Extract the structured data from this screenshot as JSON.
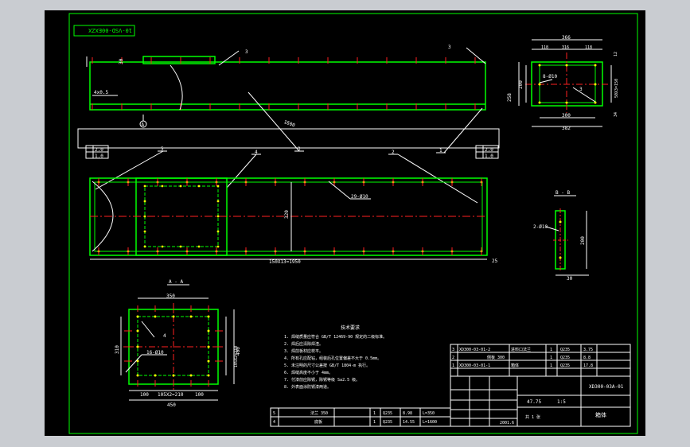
{
  "colors": {
    "background": "#c9ccd1",
    "paper": "#000000",
    "border": "#ffffff",
    "outline": "#00ff00",
    "centerline": "#ff2020",
    "hole": "#ffff00",
    "dimension": "#ffffff",
    "leader": "#ffffff"
  },
  "title_tag": "10-VSD-00EXZX",
  "main_view": {
    "weld_label_top": "3",
    "weld_label_right": "3",
    "dim_height": "30",
    "dim_small": "4x0.5",
    "dim_length": "1600",
    "section_mark": "A",
    "balloons": [
      "5",
      "4",
      "3",
      "2",
      "1"
    ],
    "tol_left": [
      "2.0",
      "1.0"
    ],
    "tol_right": [
      "2.0",
      "1.0"
    ]
  },
  "plan_view": {
    "dim_hole_width": "320",
    "holes_note": "29-Ø10",
    "dim_spacing": "150X13=1950",
    "dim_edge": "25"
  },
  "end_view": {
    "dims_top": [
      "366",
      "118",
      "316",
      "118"
    ],
    "dim_total_bottom": "382",
    "dim_inner_bottom": "300",
    "dim_left": "200",
    "dim_left_outer": "258",
    "dim_right": "50X3=150",
    "dim_right_top": "12",
    "dim_right_bottom": "34",
    "holes_note": "8-Ø10",
    "weld_note": "3"
  },
  "section_b": {
    "title": "B - B",
    "holes_note": "2-Ø10",
    "dim_height": "200",
    "dim_width": "30"
  },
  "section_a": {
    "title": "A - A",
    "dim_top": "350",
    "dim_left": "310",
    "dim_right_inner": "105X2=210",
    "dim_right_outer": "400",
    "dim_bottom_left": "100",
    "dim_bottom_mid": "105X2=210",
    "dim_bottom_right": "100",
    "dim_bottom_total": "450",
    "holes_note": "16-Ø10",
    "weld_note": "4"
  },
  "tech_notes": {
    "title": "技术要求",
    "lines": [
      "1. 焊缝质量应符合 GB/T 12469-90 规定的二级标准。",
      "2. 焊后应清除焊渣。",
      "3. 焊前板材应校平。",
      "4. 所有孔应配钻，组装后孔位置偏差不大于 0.5mm。",
      "5. 未注明的尺寸公差按 GB/T 1804-m 执行。",
      "6. 焊缝高度不小于 4mm。",
      "7. 付漆前应除锈，除锈等级 Sa2.5 级。",
      "8. 外表面涂防锈漆两道。"
    ]
  },
  "parts_list": {
    "rows": [
      [
        "5",
        "法兰 350",
        "1",
        "Q235",
        "8.98",
        "L=350"
      ],
      [
        "4",
        "底板",
        "1",
        "Q235",
        "14.55",
        "L=1600"
      ],
      [
        "3",
        "XD300-03-01-2",
        "进料口法兰",
        "1",
        "Q235",
        "3.75"
      ],
      [
        "2",
        "",
        "侧板 300",
        "1",
        "Q235",
        "8.8"
      ],
      [
        "1",
        "XD300-03-01-1",
        "箱体",
        "1",
        "Q235",
        "17.8"
      ]
    ]
  },
  "title_block": {
    "drawing_no": "XD300-03A-01",
    "part_name": "箱体",
    "weight": "47.75",
    "scale": "1:5",
    "date": "2001.6",
    "sheet": "共 1 张"
  }
}
